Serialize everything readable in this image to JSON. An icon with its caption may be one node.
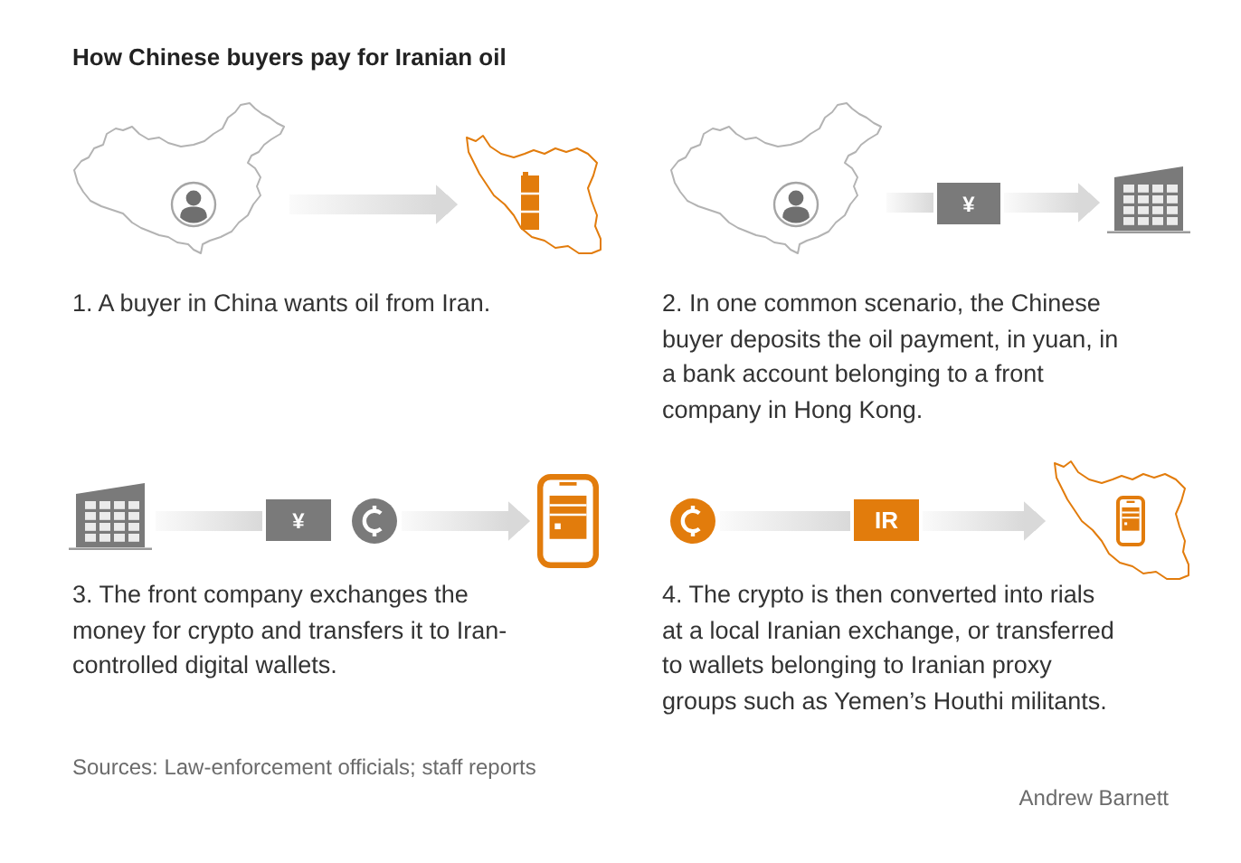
{
  "diagram": {
    "title": "How Chinese buyers pay for Iranian oil",
    "nodes": [
      {
        "text": [],
        "shape": "picture"
      },
      {
        "text": [],
        "shape": "picture"
      },
      {
        "text": [],
        "shape": "picture"
      },
      {
        "text": [
          "¥"
        ]
      },
      {
        "text": [],
        "shape": "picture"
      },
      {
        "text": [],
        "shape": "picture"
      },
      {
        "text": [
          "¥"
        ]
      },
      {
        "text": [],
        "shape": "circle"
      },
      {
        "text": [],
        "shape": "picture"
      },
      {
        "text": [],
        "shape": "circle"
      },
      {
        "text": [
          "IR"
        ]
      },
      {
        "text": [],
        "shape": "picture"
      }
    ],
    "edges": [
      {
        "from": 0,
        "to": 1,
        "arrow": "to"
      },
      {
        "from": 2,
        "to": 3,
        "arrow": "none"
      },
      {
        "from": 3,
        "to": 4,
        "arrow": "to"
      },
      {
        "from": 5,
        "to": 6,
        "arrow": "none"
      },
      {
        "from": 7,
        "to": 8,
        "arrow": "to"
      },
      {
        "from": 9,
        "to": 10,
        "arrow": "none"
      },
      {
        "from": 10,
        "to": 11,
        "arrow": "to"
      }
    ],
    "labels": [
      "1. A buyer in China wants oil from Iran.",
      "2. In one common scenario, the Chinese buyer deposits the oil payment, in yuan, in a bank account belonging to a front company in Hong Kong.",
      "3. The front company exchanges the money for crypto and transfers it to Iran-controlled digital wallets.",
      "4. The crypto is then converted into rials at a local Iranian exchange, or transferred to wallets belonging to Iranian proxy groups such as Yemen’s Houthi militants.",
      "Sources: Law-enforcement officials; staff reports",
      "Andrew Barnett"
    ]
  }
}
